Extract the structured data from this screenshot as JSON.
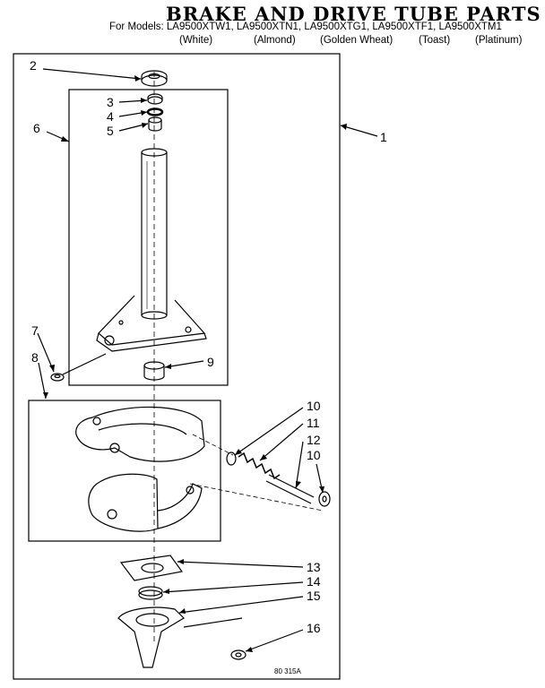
{
  "title": "BRAKE AND DRIVE TUBE PARTS",
  "models_line": "For Models: LA9500XTW1, LA9500XTN1, LA9500XTG1, LA9500XTF1, LA9500XTM1",
  "colors": [
    "(White)",
    "(Almond)",
    "(Golden Wheat)",
    "(Toast)",
    "(Platinum)"
  ],
  "drawing_code": "80 315A",
  "callouts": {
    "c1": "1",
    "c2": "2",
    "c3": "3",
    "c4": "4",
    "c5": "5",
    "c6": "6",
    "c7": "7",
    "c8": "8",
    "c9": "9",
    "c10a": "10",
    "c11": "11",
    "c12": "12",
    "c10b": "10",
    "c13": "13",
    "c14": "14",
    "c15": "15",
    "c16": "16"
  }
}
